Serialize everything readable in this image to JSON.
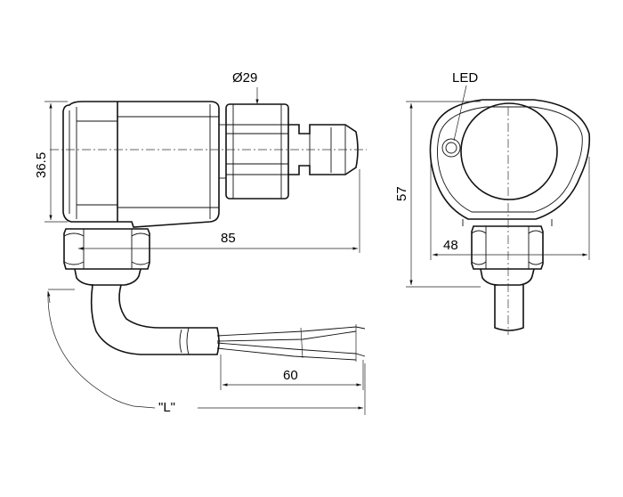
{
  "dimensions": {
    "diameter": "Ø29",
    "height_side": "36.5",
    "length_overall": "85",
    "cable_strip": "60",
    "cable_length": "\"L\"",
    "height_front": "57",
    "width_front": "48"
  },
  "callouts": {
    "led": "LED"
  }
}
